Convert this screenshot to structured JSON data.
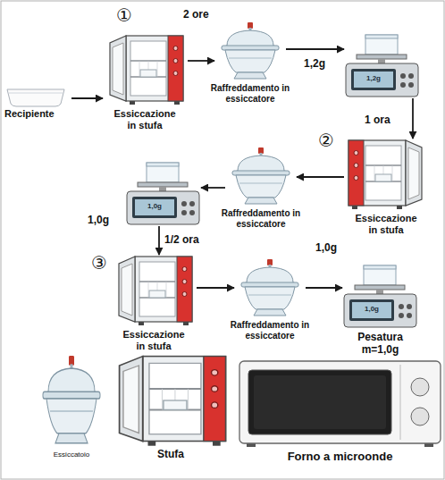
{
  "diagram": {
    "nodes": [
      {
        "text": [
          "Recipiente"
        ]
      },
      {
        "text": [
          "Essiccazione in stufa"
        ]
      },
      {
        "text": [
          "Raffreddamento in essiccatore"
        ]
      },
      {
        "text": [
          "1,2g",
          "1,2g"
        ]
      },
      {
        "text": [
          "Essiccazione in stufa"
        ]
      },
      {
        "text": [
          "Raffreddamento in essiccatore"
        ]
      },
      {
        "text": [
          "1,0g",
          "1,0g"
        ]
      },
      {
        "text": [
          "Essiccazione in stufa"
        ]
      },
      {
        "text": [
          "Raffreddamento in essiccatore"
        ]
      },
      {
        "text": [
          "1,0g",
          "1,0g",
          "Pesatura m=1,0g"
        ]
      },
      {
        "text": [
          "Essiccatoio"
        ]
      },
      {
        "text": [
          "Stufa"
        ]
      },
      {
        "text": [
          "Forno a microonde"
        ]
      }
    ],
    "edges": [
      {
        "from": 0,
        "to": 1,
        "arrow": "to"
      },
      {
        "from": 1,
        "to": 2,
        "arrow": "to"
      },
      {
        "from": 2,
        "to": 3,
        "arrow": "to"
      },
      {
        "from": 3,
        "to": 4,
        "arrow": "to"
      },
      {
        "from": 4,
        "to": 5,
        "arrow": "to"
      },
      {
        "from": 5,
        "to": 6,
        "arrow": "to"
      },
      {
        "from": 6,
        "to": 7,
        "arrow": "to"
      },
      {
        "from": 7,
        "to": 8,
        "arrow": "to"
      },
      {
        "from": 8,
        "to": 9,
        "arrow": "to"
      }
    ],
    "labels": [
      "①",
      "2 ore",
      "②",
      "1 ora",
      "③",
      "1/2 ora"
    ]
  }
}
